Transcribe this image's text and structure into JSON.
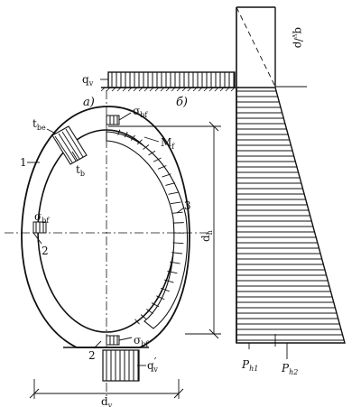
{
  "labels": {
    "qv": "q",
    "qv_sub": "v",
    "qv_p": "q",
    "qv_p_sub": "v",
    "qv_p_slash": "/ρ",
    "a": "a)",
    "b": "б)",
    "sigma_top": "σ",
    "sigma_top_sub": "bf",
    "sigma_left": "σ",
    "sigma_left_sub": "bf",
    "sigma_bot": "σ",
    "sigma_bot_sub": "bf",
    "tbe": "t",
    "tbe_sub": "be",
    "tb": "t",
    "tb_sub": "b",
    "one": "1",
    "two_left": "2",
    "two_bot": "2",
    "three": "3",
    "Mf": "M",
    "Mf_sub": "f",
    "dh": "d",
    "dh_sub": "h",
    "dv": "d",
    "dv_sub": "v",
    "qprime": "q",
    "qprime_sub": "v",
    "qprime_mark": "′",
    "ph1": "P",
    "ph1_sub": "h1",
    "ph2": "P",
    "ph2_sub": "h2"
  },
  "colors": {
    "ink": "#111111",
    "paper": "#ffffff"
  }
}
